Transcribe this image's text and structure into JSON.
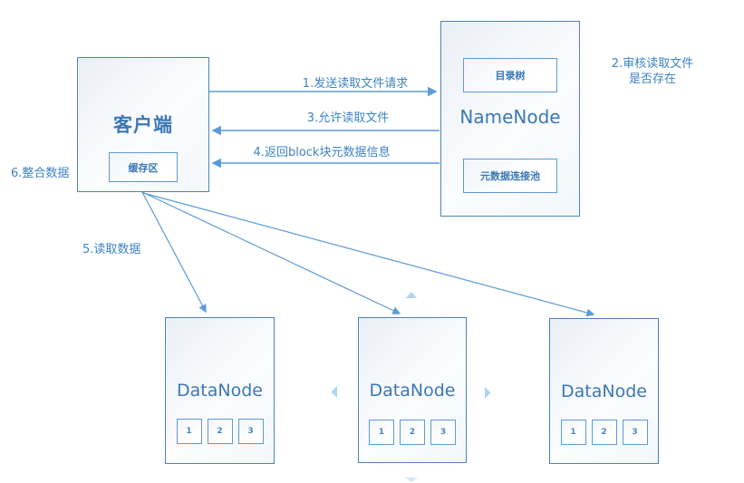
{
  "diagram": {
    "type": "flow-diagram",
    "topic": "HDFS file read process"
  },
  "nodes": {
    "client": {
      "title": "客户端",
      "buffer_label": "缓存区"
    },
    "namenode": {
      "title": "NameNode",
      "directory_tree_label": "目录树",
      "metadata_pool_label": "元数据连接池"
    },
    "datanodes": [
      {
        "title": "DataNode",
        "blocks": [
          "1",
          "2",
          "3"
        ]
      },
      {
        "title": "DataNode",
        "blocks": [
          "1",
          "2",
          "3"
        ]
      },
      {
        "title": "DataNode",
        "blocks": [
          "1",
          "2",
          "3"
        ]
      }
    ]
  },
  "labels": {
    "step1": "1.发送读取文件请求",
    "step2_line1": "2.审核读取文件",
    "step2_line2": "是否存在",
    "step3": "3.允许读取文件",
    "step4": "4.返回block块元数据信息",
    "step5": "5.读取数据",
    "step6": "6.整合数据"
  },
  "colors": {
    "connector": "#5b9bd5",
    "box_border": "#4d82bb",
    "node_text": "#3a78b5",
    "label_text": "#3d84c4",
    "carousel_triangle": "#aed5ef",
    "carousel_triangle_faint": "#cfe7f6",
    "background": "#ffffff"
  }
}
